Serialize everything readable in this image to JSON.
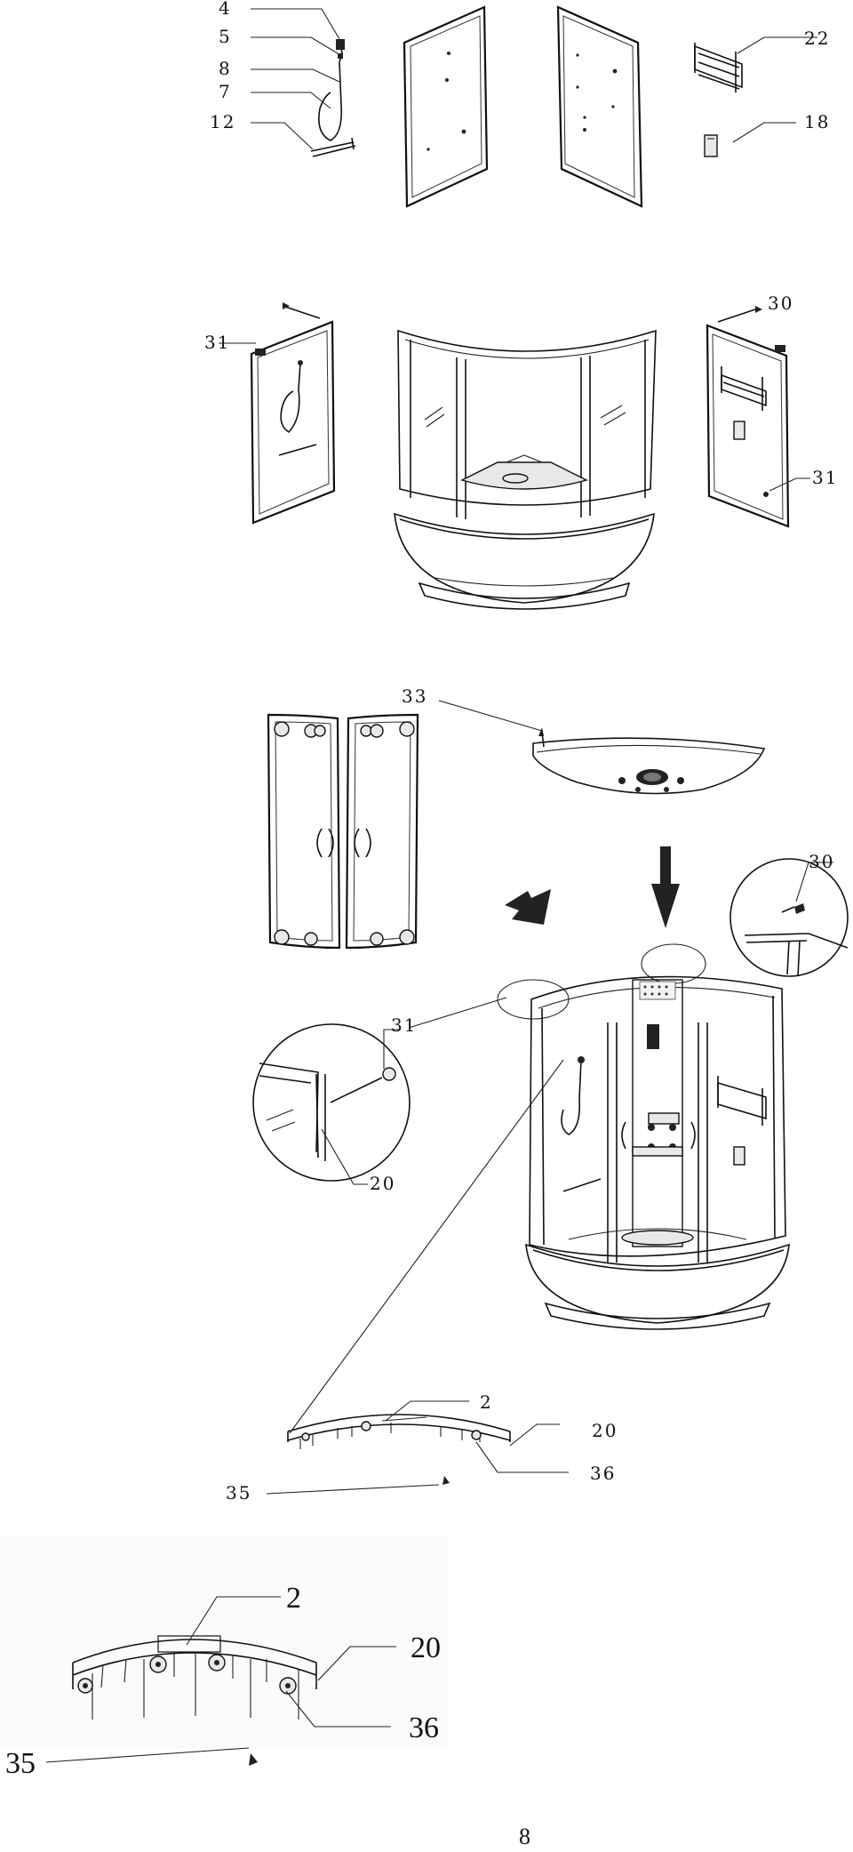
{
  "parts": {
    "p4": "4",
    "p5": "5",
    "p8": "8",
    "p7": "7",
    "p12": "12",
    "p22": "22",
    "p18": "18",
    "p30a": "30",
    "p31a": "31",
    "p31b": "31",
    "p33": "33",
    "p30b": "30",
    "p31c": "31",
    "p20a": "20",
    "p2a": "2",
    "p20b": "20",
    "p36a": "36",
    "p35a": "35",
    "p2b": "2",
    "p20c": "20",
    "p36b": "36",
    "p35b": "35"
  },
  "page_number": "8"
}
